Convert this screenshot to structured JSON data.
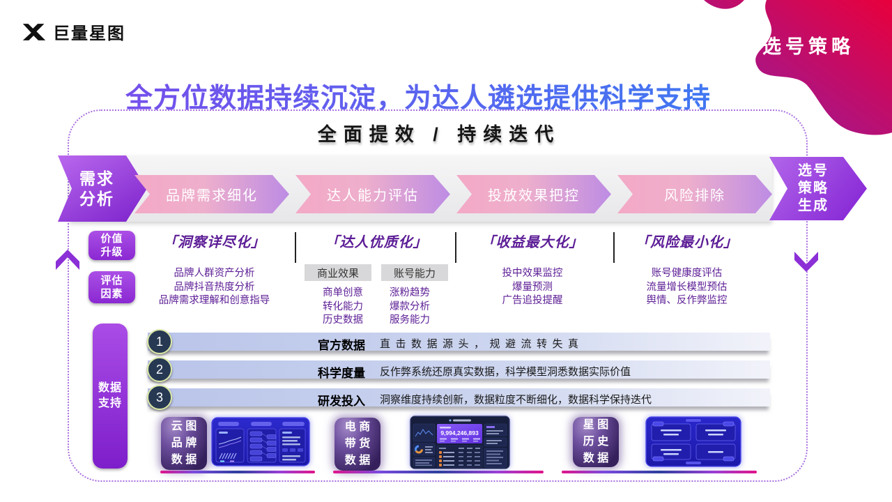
{
  "logo": {
    "brand": "巨量星图"
  },
  "corner": {
    "tag": "选号策略"
  },
  "title": "全方位数据持续沉淀，为达人遴选提供科学支持",
  "board": {
    "header": "全面提效 / 持续迭代",
    "flow": {
      "start_lines": [
        "需求",
        "分析"
      ],
      "steps": [
        "品牌需求细化",
        "达人能力评估",
        "投放效果把控",
        "风险排除"
      ],
      "end_lines": [
        "选号",
        "策略",
        "生成"
      ]
    },
    "side_labels": {
      "value_lines": [
        "价值",
        "升级"
      ],
      "factor_lines": [
        "评估",
        "因素"
      ],
      "data_lines": [
        "数据",
        "支持"
      ]
    },
    "columns": [
      {
        "header": "「洞察详尽化」",
        "items": [
          "品牌人群资产分析",
          "品牌抖音热度分析",
          "品牌需求理解和创意指导"
        ]
      },
      {
        "header": "「达人优质化」",
        "tags": [
          "商业效果",
          "账号能力"
        ],
        "tag_items": [
          [
            "商单创意",
            "转化能力",
            "历史数据"
          ],
          [
            "涨粉趋势",
            "爆款分析",
            "服务能力"
          ]
        ]
      },
      {
        "header": "「收益最大化」",
        "items": [
          "投中效果监控",
          "爆量预测",
          "广告追投提醒"
        ]
      },
      {
        "header": "「风险最小化」",
        "items": [
          "账号健康度评估",
          "流量增长模型预估",
          "舆情、反作弊监控"
        ]
      }
    ],
    "rows": [
      {
        "num": "1",
        "label": "官方数据",
        "desc": "直击数据源头，规避流转失真"
      },
      {
        "num": "2",
        "label": "科学度量",
        "desc": "反作弊系统还原真实数据，科学模型洞悉数据实际价值"
      },
      {
        "num": "3",
        "label": "研发投入",
        "desc": "洞察维度持续创新，数据粒度不断细化，数据科学保持迭代"
      }
    ],
    "data_sources": [
      {
        "lines": [
          "云 图",
          "品 牌",
          "数 据"
        ]
      },
      {
        "lines": [
          "电 商",
          "带 货",
          "数 据"
        ],
        "dashboard_number": "9,994,246,893"
      },
      {
        "lines": [
          "星 图",
          "历 史",
          "数 据"
        ]
      }
    ]
  },
  "colors": {
    "title_gradient_from": "#7a4ceb",
    "title_gradient_to": "#3b7bf2",
    "corner_gradient_from": "#8b1fa8",
    "corner_gradient_to": "#e8003c",
    "accent_purple": "#8b2fd6",
    "step_pink": "#f3a9c6",
    "step_purple": "#bd8ce4"
  }
}
